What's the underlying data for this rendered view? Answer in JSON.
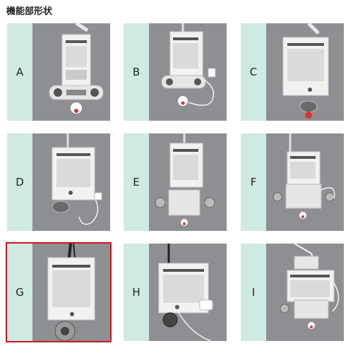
{
  "page": {
    "title": "機能部形状"
  },
  "colors": {
    "strip": "#cfeae3",
    "photo_bg": "#8d8f92",
    "selected": "#c8191e"
  },
  "options": [
    {
      "id": "A",
      "label": "A",
      "selected": false
    },
    {
      "id": "B",
      "label": "B",
      "selected": false
    },
    {
      "id": "C",
      "label": "C",
      "selected": false
    },
    {
      "id": "D",
      "label": "D",
      "selected": false
    },
    {
      "id": "E",
      "label": "E",
      "selected": false
    },
    {
      "id": "F",
      "label": "F",
      "selected": false
    },
    {
      "id": "G",
      "label": "G",
      "selected": true
    },
    {
      "id": "H",
      "label": "H",
      "selected": false
    },
    {
      "id": "I",
      "label": "I",
      "selected": false
    }
  ]
}
